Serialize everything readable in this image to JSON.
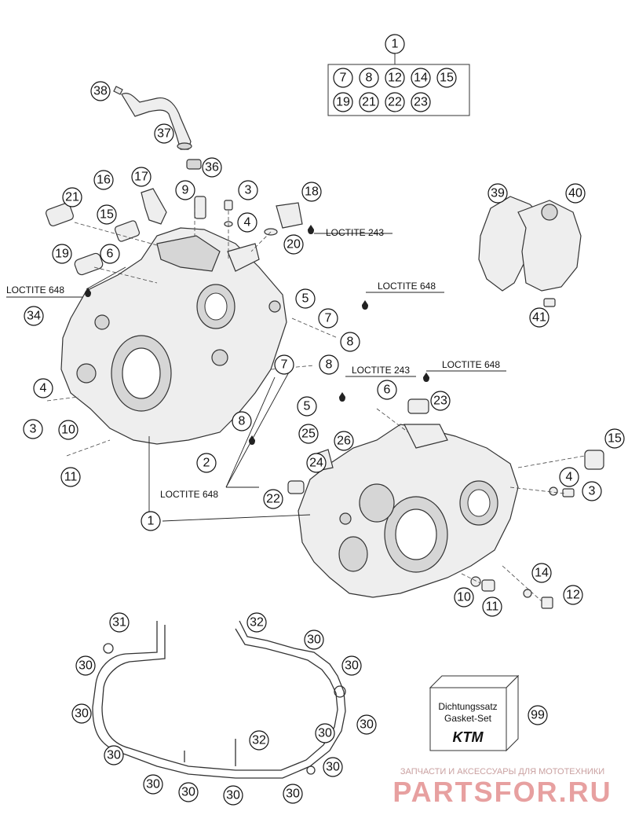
{
  "diagram": {
    "loctite_labels": {
      "loctite_648_left": "LOCTITE 648",
      "loctite_243_top": "LOCTITE 243",
      "loctite_648_right_top": "LOCTITE 648",
      "loctite_243_mid": "LOCTITE 243",
      "loctite_648_mid": "LOCTITE 648",
      "loctite_648_bottom": "LOCTITE 648"
    },
    "kit_header": "1",
    "kit_parts": [
      "7",
      "8",
      "12",
      "14",
      "15",
      "19",
      "21",
      "22",
      "23"
    ],
    "callouts": [
      "38",
      "37",
      "36",
      "16",
      "17",
      "9",
      "3",
      "18",
      "21",
      "4",
      "15",
      "20",
      "19",
      "6",
      "34",
      "5",
      "7",
      "8",
      "7",
      "8",
      "4",
      "3",
      "10",
      "11",
      "2",
      "8",
      "5",
      "6",
      "23",
      "25",
      "26",
      "24",
      "22",
      "1",
      "15",
      "4",
      "3",
      "14",
      "12",
      "10",
      "11",
      "39",
      "40",
      "41",
      "31",
      "32",
      "30",
      "30",
      "30",
      "30",
      "30",
      "30",
      "30",
      "30",
      "30",
      "30",
      "30",
      "30",
      "32",
      "99"
    ],
    "gasket_box": {
      "line1": "Dichtungssatz",
      "line2": "Gasket-Set",
      "logo": "KTM"
    },
    "watermark": {
      "tagline": "ЗАПЧАСТИ И АКСЕССУАРЫ ДЛЯ МОТОТЕХНИКИ",
      "brand": "PARTSFOR.RU"
    }
  }
}
